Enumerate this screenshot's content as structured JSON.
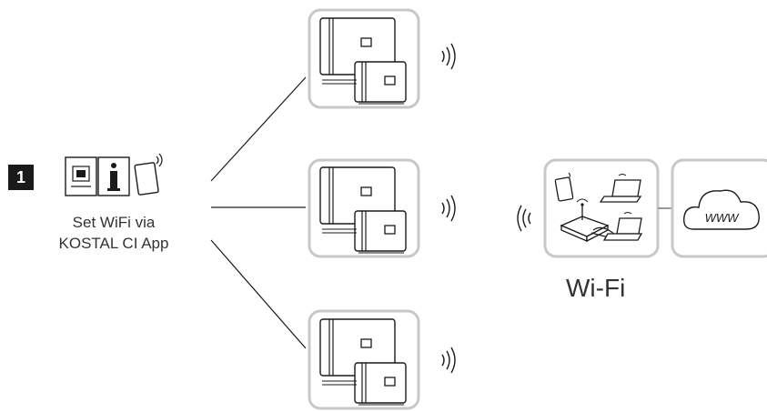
{
  "step": {
    "number": "1"
  },
  "setup": {
    "line1": "Set WiFi via",
    "line2": "KOSTAL CI App",
    "icons": [
      "manual-icon",
      "info-icon",
      "tablet-icon"
    ]
  },
  "inverters": [
    {
      "name": "inverter-top"
    },
    {
      "name": "inverter-middle"
    },
    {
      "name": "inverter-bottom"
    }
  ],
  "network": {
    "label": "Wi-Fi",
    "icons": [
      "tablet-icon",
      "router-icon",
      "laptop-icon",
      "laptop-icon"
    ]
  },
  "internet": {
    "cloud_text": "WWW"
  },
  "colors": {
    "frame": "#c8c8c8",
    "stroke": "#1a1a1a",
    "badge": "#1a1a1a"
  }
}
